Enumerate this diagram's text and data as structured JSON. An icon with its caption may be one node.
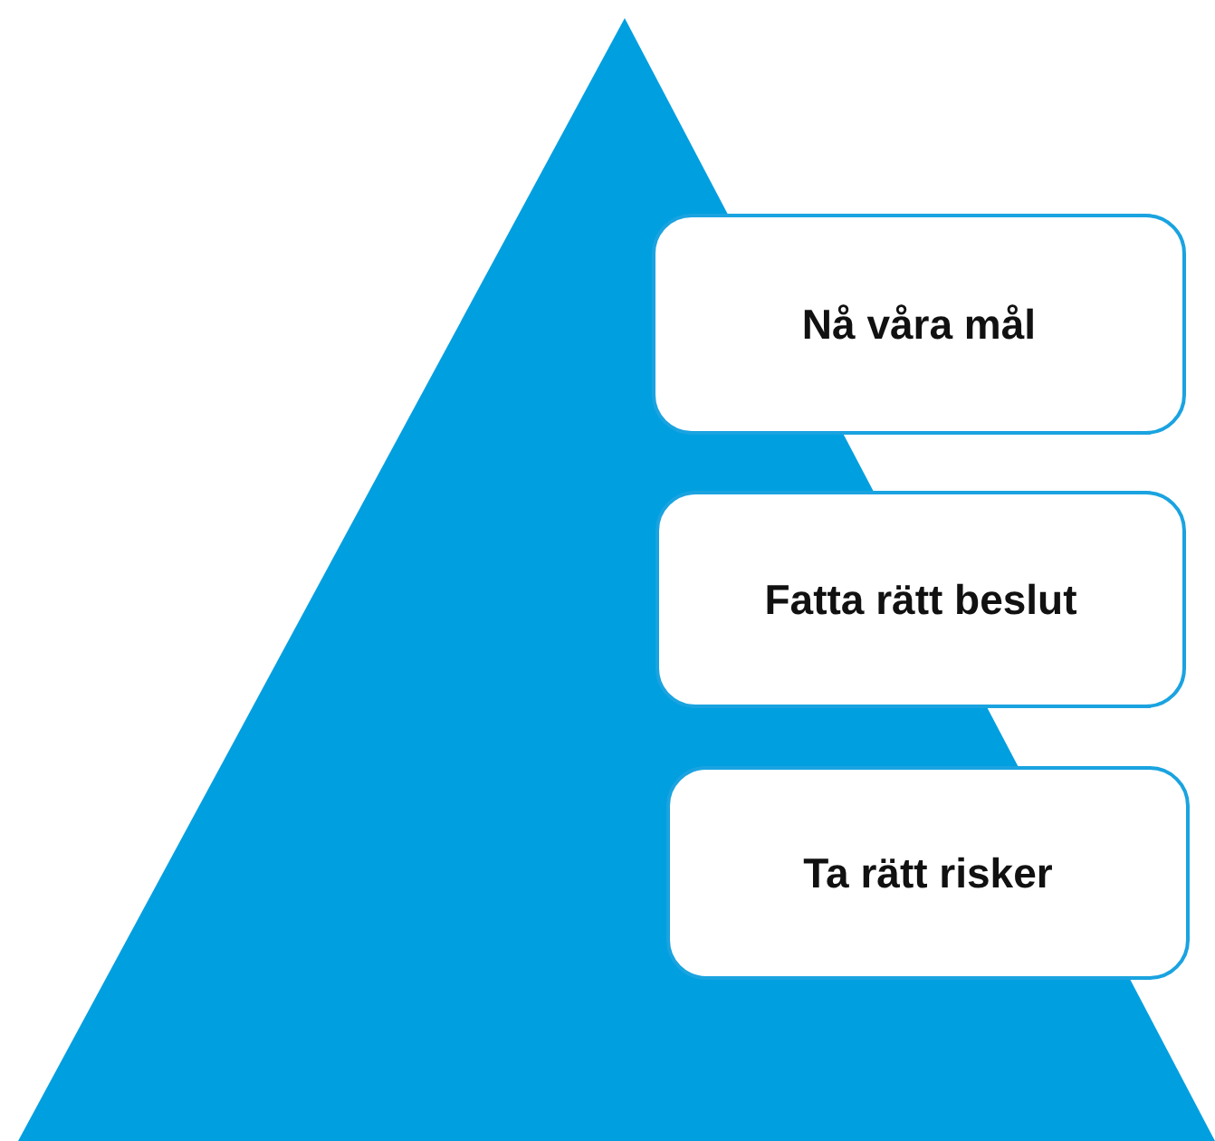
{
  "diagram": {
    "nodes": [
      {
        "text": [
          "Nå våra mål"
        ]
      },
      {
        "text": [
          "Fatta rätt beslut"
        ]
      },
      {
        "text": [
          "Ta rätt risker"
        ]
      }
    ]
  }
}
